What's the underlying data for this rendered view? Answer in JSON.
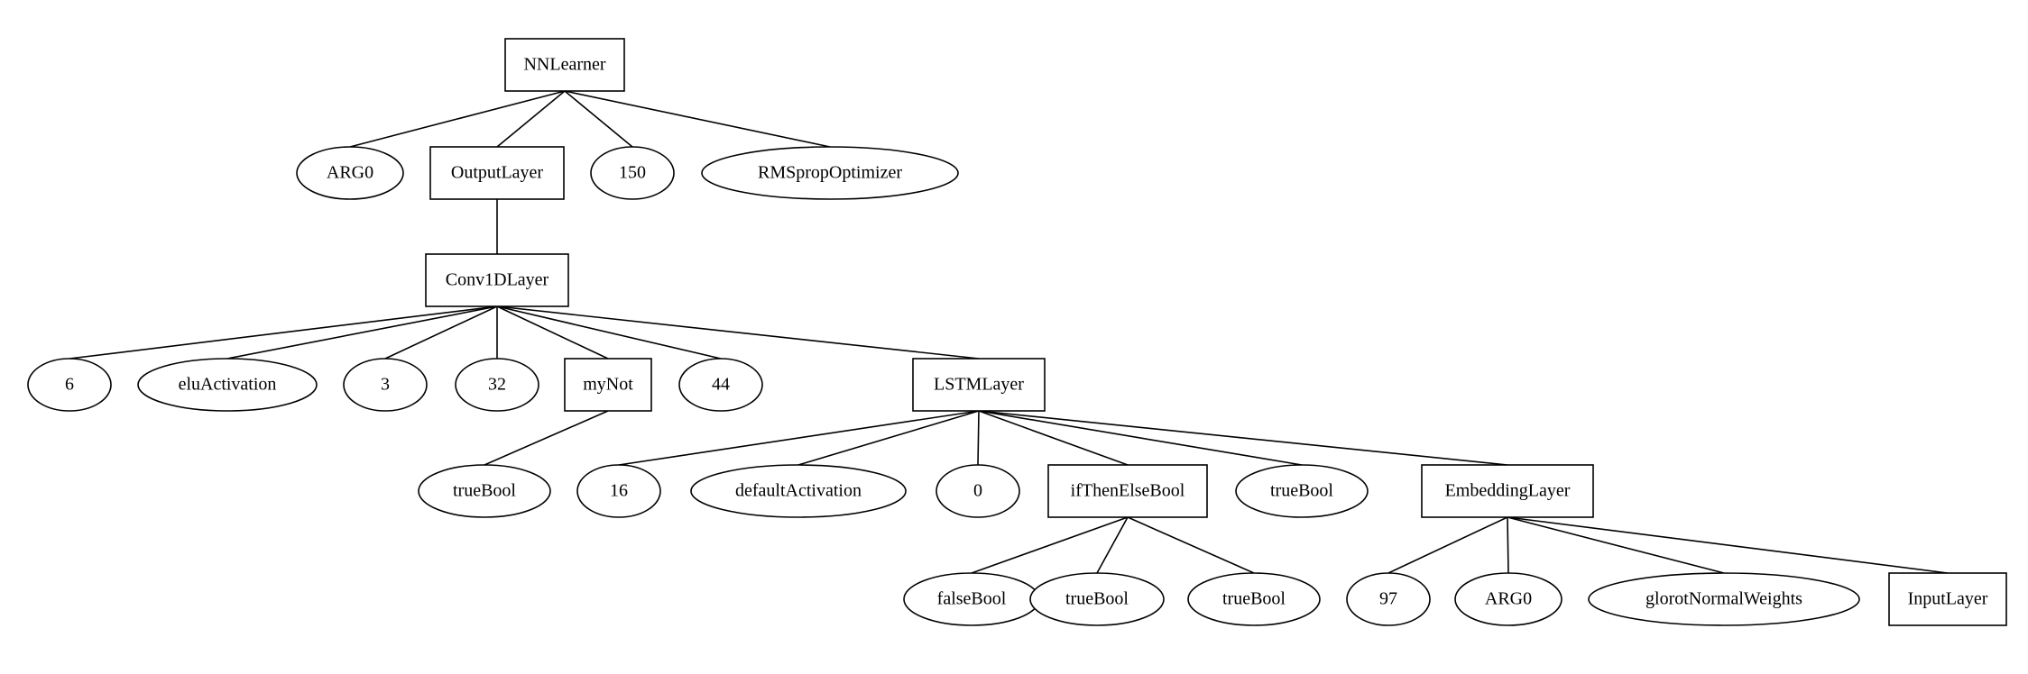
{
  "diagram": {
    "type": "tree",
    "nodes": [
      {
        "id": "n1",
        "label": "NNLearner",
        "shape": "box"
      },
      {
        "id": "n2",
        "label": "ARG0",
        "shape": "ellipse"
      },
      {
        "id": "n3",
        "label": "OutputLayer",
        "shape": "box"
      },
      {
        "id": "n4",
        "label": "150",
        "shape": "ellipse"
      },
      {
        "id": "n5",
        "label": "RMSpropOptimizer",
        "shape": "ellipse"
      },
      {
        "id": "n6",
        "label": "Conv1DLayer",
        "shape": "box"
      },
      {
        "id": "n7",
        "label": "6",
        "shape": "ellipse"
      },
      {
        "id": "n8",
        "label": "eluActivation",
        "shape": "ellipse"
      },
      {
        "id": "n9",
        "label": "3",
        "shape": "ellipse"
      },
      {
        "id": "n10",
        "label": "32",
        "shape": "ellipse"
      },
      {
        "id": "n11",
        "label": "myNot",
        "shape": "box"
      },
      {
        "id": "n12",
        "label": "44",
        "shape": "ellipse"
      },
      {
        "id": "n13",
        "label": "LSTMLayer",
        "shape": "box"
      },
      {
        "id": "n14",
        "label": "trueBool",
        "shape": "ellipse"
      },
      {
        "id": "n15",
        "label": "16",
        "shape": "ellipse"
      },
      {
        "id": "n16",
        "label": "defaultActivation",
        "shape": "ellipse"
      },
      {
        "id": "n17",
        "label": "0",
        "shape": "ellipse"
      },
      {
        "id": "n18",
        "label": "ifThenElseBool",
        "shape": "box"
      },
      {
        "id": "n19",
        "label": "trueBool",
        "shape": "ellipse"
      },
      {
        "id": "n20",
        "label": "EmbeddingLayer",
        "shape": "box"
      },
      {
        "id": "n21",
        "label": "falseBool",
        "shape": "ellipse"
      },
      {
        "id": "n22",
        "label": "trueBool",
        "shape": "ellipse"
      },
      {
        "id": "n23",
        "label": "trueBool",
        "shape": "ellipse"
      },
      {
        "id": "n24",
        "label": "97",
        "shape": "ellipse"
      },
      {
        "id": "n25",
        "label": "ARG0",
        "shape": "ellipse"
      },
      {
        "id": "n26",
        "label": "glorotNormalWeights",
        "shape": "ellipse"
      },
      {
        "id": "n27",
        "label": "InputLayer",
        "shape": "box"
      }
    ],
    "edges": [
      [
        "n1",
        "n2"
      ],
      [
        "n1",
        "n3"
      ],
      [
        "n1",
        "n4"
      ],
      [
        "n1",
        "n5"
      ],
      [
        "n3",
        "n6"
      ],
      [
        "n6",
        "n7"
      ],
      [
        "n6",
        "n8"
      ],
      [
        "n6",
        "n9"
      ],
      [
        "n6",
        "n10"
      ],
      [
        "n6",
        "n11"
      ],
      [
        "n6",
        "n12"
      ],
      [
        "n6",
        "n13"
      ],
      [
        "n11",
        "n14"
      ],
      [
        "n13",
        "n15"
      ],
      [
        "n13",
        "n16"
      ],
      [
        "n13",
        "n17"
      ],
      [
        "n13",
        "n18"
      ],
      [
        "n13",
        "n19"
      ],
      [
        "n13",
        "n20"
      ],
      [
        "n18",
        "n21"
      ],
      [
        "n18",
        "n22"
      ],
      [
        "n18",
        "n23"
      ],
      [
        "n20",
        "n24"
      ],
      [
        "n20",
        "n25"
      ],
      [
        "n20",
        "n26"
      ],
      [
        "n20",
        "n27"
      ]
    ]
  }
}
